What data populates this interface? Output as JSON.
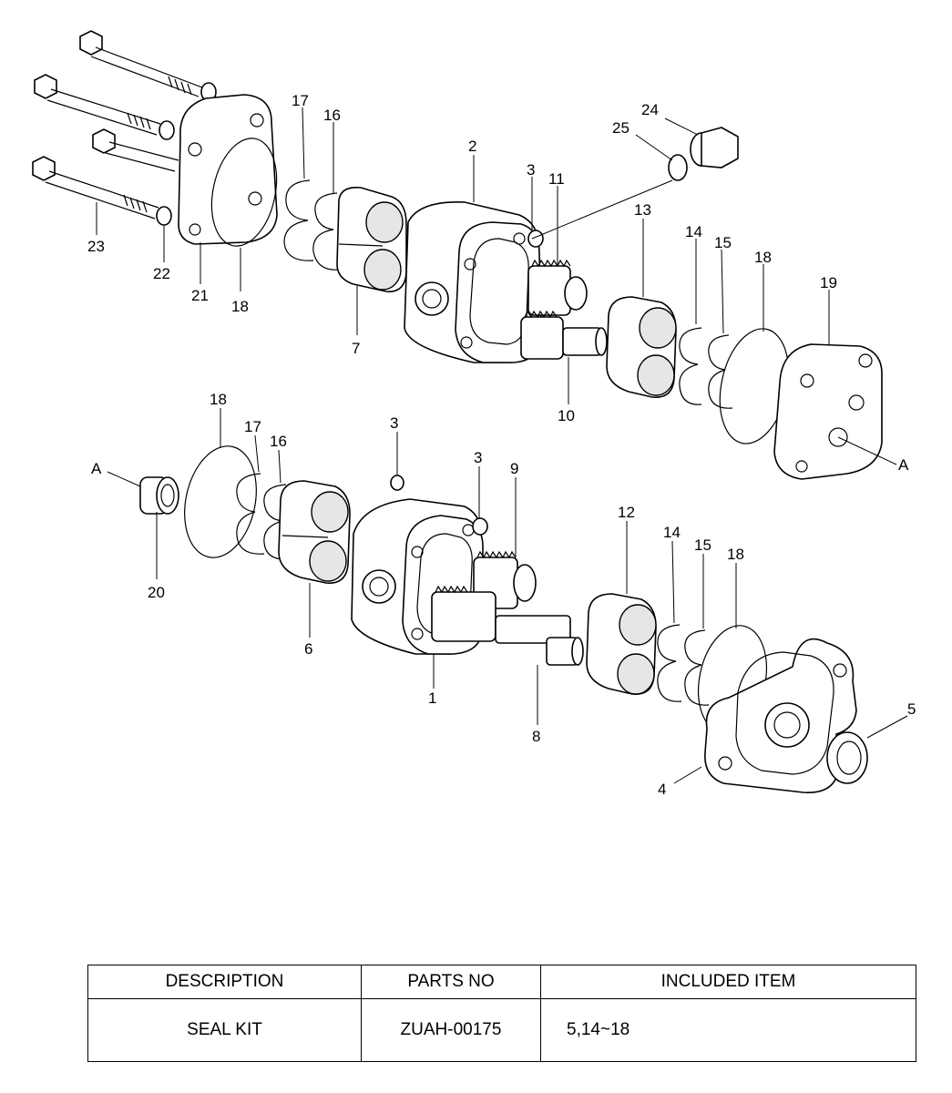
{
  "diagram": {
    "callouts": {
      "c1": "1",
      "c2": "2",
      "c3a": "3",
      "c3b": "3",
      "c3c": "3",
      "c4": "4",
      "c5": "5",
      "c6": "6",
      "c7": "7",
      "c8": "8",
      "c9": "9",
      "c10": "10",
      "c11": "11",
      "c12": "12",
      "c13": "13",
      "c14a": "14",
      "c14b": "14",
      "c15a": "15",
      "c15b": "15",
      "c16a": "16",
      "c16b": "16",
      "c17a": "17",
      "c17b": "17",
      "c18a": "18",
      "c18b": "18",
      "c18c": "18",
      "c18d": "18",
      "c19": "19",
      "c20": "20",
      "c21": "21",
      "c22": "22",
      "c23": "23",
      "c24": "24",
      "c25": "25",
      "cA1": "A",
      "cA2": "A"
    }
  },
  "table": {
    "headers": [
      "DESCRIPTION",
      "PARTS NO",
      "INCLUDED ITEM"
    ],
    "rows": [
      [
        "SEAL KIT",
        "ZUAH-00175",
        "5,14~18"
      ]
    ]
  }
}
